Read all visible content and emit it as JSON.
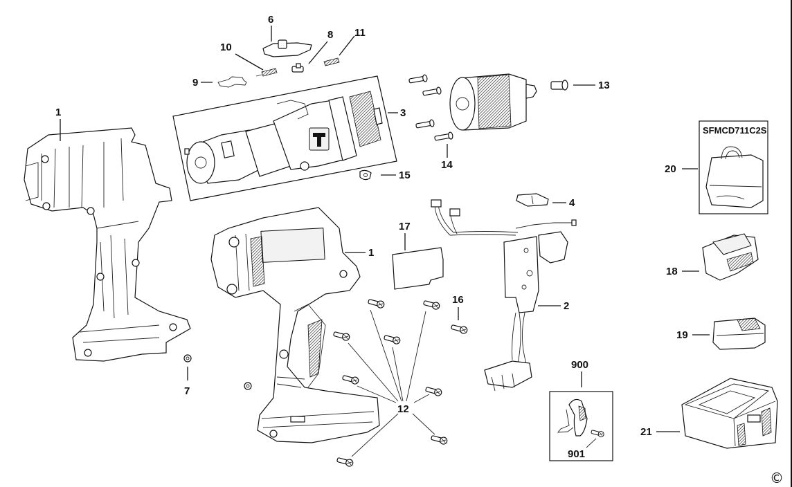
{
  "diagram": {
    "model_number": "SFMCD711C2S",
    "copyright_symbol": "©",
    "line_color": "#111111",
    "background": "#ffffff",
    "callouts": {
      "p1_left": "1",
      "p1_right": "1",
      "p2": "2",
      "p3": "3",
      "p4": "4",
      "p6": "6",
      "p7": "7",
      "p8": "8",
      "p9": "9",
      "p10": "10",
      "p11": "11",
      "p12": "12",
      "p13": "13",
      "p14": "14",
      "p15": "15",
      "p16": "16",
      "p17": "17",
      "p18": "18",
      "p19": "19",
      "p20": "20",
      "p21": "21",
      "p900": "900",
      "p901": "901"
    },
    "parts": [
      {
        "id": "1",
        "icon": "housing-half"
      },
      {
        "id": "2",
        "icon": "switch-with-wiring"
      },
      {
        "id": "3",
        "icon": "motor-gearbox-assembly"
      },
      {
        "id": "4",
        "icon": "forward-reverse-button"
      },
      {
        "id": "6",
        "icon": "gear-selector"
      },
      {
        "id": "7",
        "icon": "nut"
      },
      {
        "id": "8",
        "icon": "slider"
      },
      {
        "id": "9",
        "icon": "spring-clip"
      },
      {
        "id": "10",
        "icon": "spring"
      },
      {
        "id": "11",
        "icon": "spring"
      },
      {
        "id": "12",
        "icon": "screw"
      },
      {
        "id": "13",
        "icon": "chuck-screw"
      },
      {
        "id": "14",
        "icon": "screw"
      },
      {
        "id": "15",
        "icon": "washer"
      },
      {
        "id": "16",
        "icon": "screw"
      },
      {
        "id": "17",
        "icon": "label-plate"
      },
      {
        "id": "18",
        "icon": "charger"
      },
      {
        "id": "19",
        "icon": "battery"
      },
      {
        "id": "20",
        "icon": "tool-bag"
      },
      {
        "id": "21",
        "icon": "kit-box"
      },
      {
        "id": "900",
        "icon": "belt-hook"
      },
      {
        "id": "901",
        "icon": "screw"
      }
    ]
  }
}
